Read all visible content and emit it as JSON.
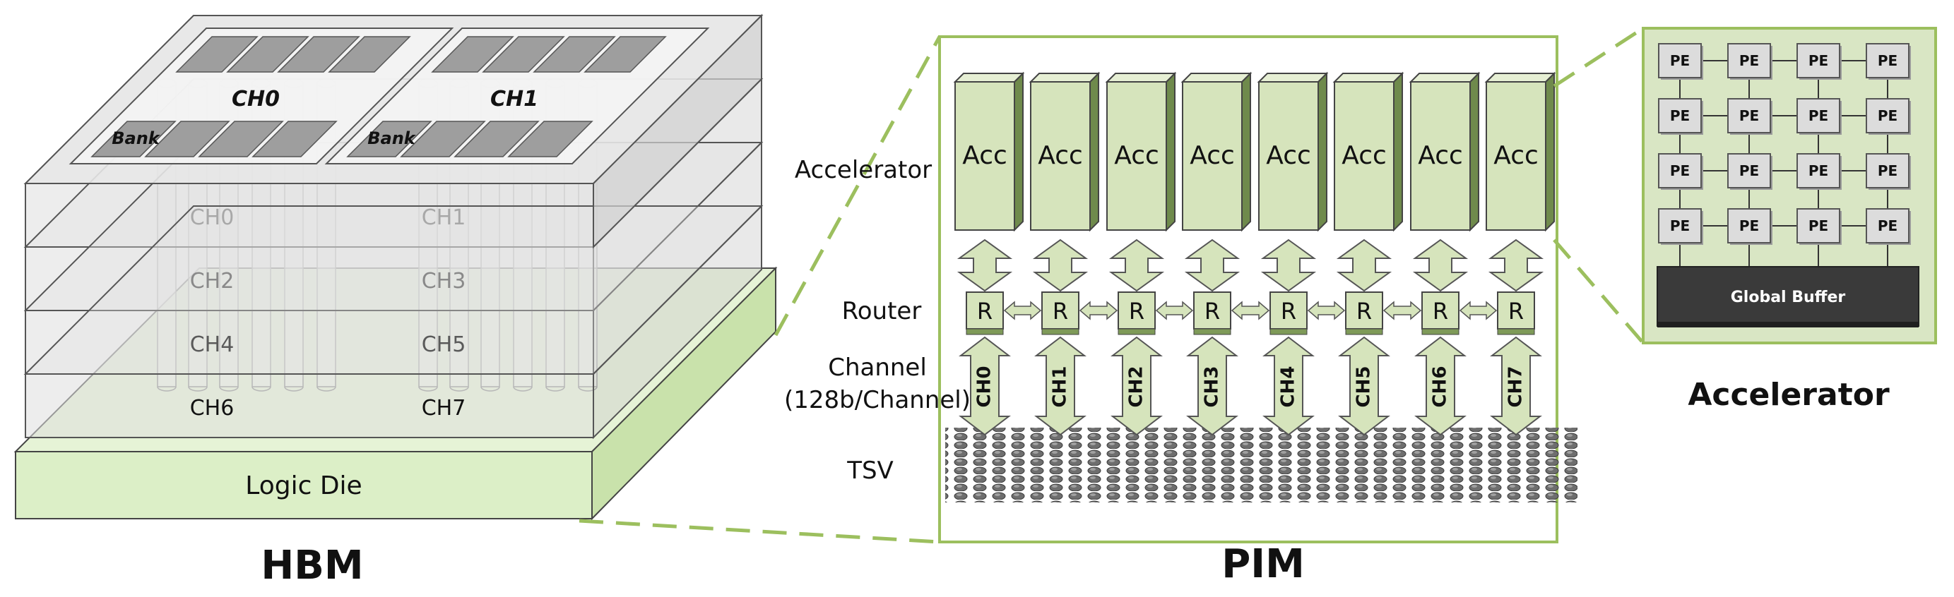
{
  "hbm": {
    "caption": "HBM",
    "logic_die_label": "Logic Die",
    "top_channels": [
      {
        "label": "CH0",
        "bank_label": "Bank"
      },
      {
        "label": "CH1",
        "bank_label": "Bank"
      }
    ],
    "layer_channels": [
      [
        "CH0",
        "CH1"
      ],
      [
        "CH2",
        "CH3"
      ],
      [
        "CH4",
        "CH5"
      ],
      [
        "CH6",
        "CH7"
      ]
    ]
  },
  "pim": {
    "caption": "PIM",
    "row_labels": {
      "accelerator": "Accelerator",
      "router": "Router",
      "channel_line1": "Channel",
      "channel_line2": "(128b/Channel)",
      "tsv": "TSV"
    },
    "acc_label": "Acc",
    "router_label": "R",
    "channels": [
      "CH0",
      "CH1",
      "CH2",
      "CH3",
      "CH4",
      "CH5",
      "CH6",
      "CH7"
    ]
  },
  "accelerator_detail": {
    "caption": "Accelerator",
    "pe_label": "PE",
    "pe_rows": 4,
    "pe_cols": 4,
    "global_buffer_label": "Global Buffer"
  },
  "colors": {
    "green_light": "#d6e4bc",
    "green_dark": "#9cb477",
    "zoom_line": "#9cbf5e",
    "logic_die": "#dcefc7",
    "buffer": "#3a3a3a"
  }
}
